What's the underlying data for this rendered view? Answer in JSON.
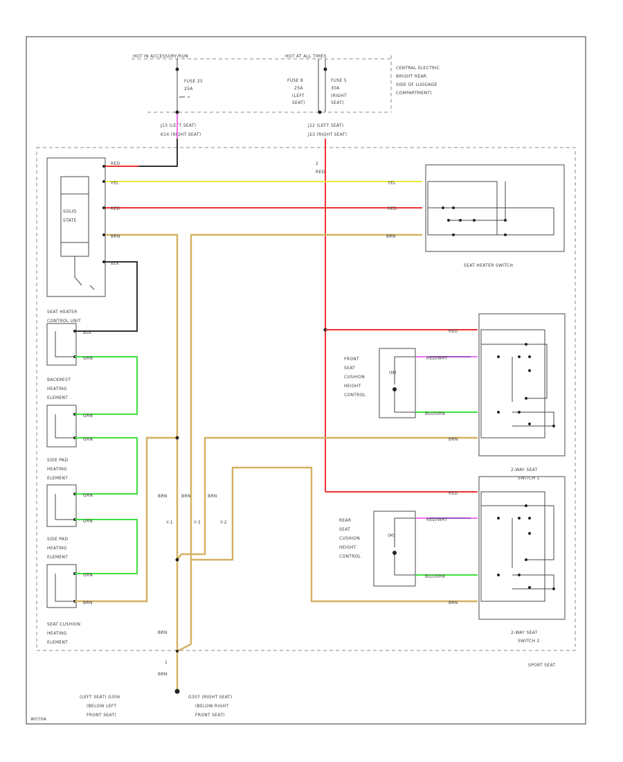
{
  "power": {
    "hot_in_run": "HOT IN ACCESSORY/RUN",
    "hot_at_all_times": "HOT AT ALL TIMES",
    "fuse25": "FUSE 25",
    "fuse25_amp": "25A",
    "fuse8": "FUSE 8",
    "fuse8_amp": "25A",
    "fuse8_side": "(LEFT",
    "fuse8_side2": "SEAT)",
    "fuse5": "FUSE 5",
    "fuse5_amp": "30A",
    "fuse5_side": "(RIGHT",
    "fuse5_side2": "SEAT)",
    "central1": "CENTRAL ELECTRIC",
    "central2": "BRIGHT REAR",
    "central3": "SIDE OF LUGGAGE",
    "central4": "COMPARTMENT)",
    "conn1": "J13   (LEFT SEAT)",
    "conn2": "K14   (RIGHT SEAT)",
    "conn3": "J12   (LEFT SEAT)",
    "conn4": "J23   (RIGHT SEAT)"
  },
  "wires": {
    "red": "RED",
    "yel": "YEL",
    "brn": "BRN",
    "blk": "BLK",
    "grn": "GRN",
    "red_wht": "RED/WHT",
    "blu_grn": "BLU/GRN",
    "pin2": "2",
    "pin1": "1"
  },
  "components": {
    "solid_state": "SOLID",
    "solid_state2": "STATE",
    "heater_control1": "SEAT HEATER",
    "heater_control2": "CONTROL UNIT",
    "backrest1": "BACKREST",
    "backrest2": "HEATING",
    "backrest3": "ELEMENT",
    "sidepad1": "SIDE PAD",
    "sidepad2": "HEATING",
    "sidepad3": "ELEMENT",
    "sidepadb1": "SIDE PAD",
    "sidepadb2": "HEATING",
    "sidepadb3": "ELEMENT",
    "cushion1": "SEAT CUSHION",
    "cushion2": "HEATING",
    "cushion3": "ELEMENT",
    "seat_heater_switch": "SEAT HEATER SWITCH",
    "front1": "FRONT",
    "front2": "SEAT",
    "front3": "CUSHION",
    "front4": "HEIGHT",
    "front5": "CONTROL",
    "rear1": "REAR",
    "rear2": "SEAT",
    "rear3": "CUSHION",
    "rear4": "HEIGHT",
    "rear5": "CONTROL",
    "switch1a": "2-WAY SEAT",
    "switch1b": "SWITCH 1",
    "switch2a": "2-WAY SEAT",
    "switch2b": "SWITCH 2",
    "sport_seat": "SPORT SEAT",
    "m_label": "(M)",
    "y1": "Y-1",
    "y2": "Y-3",
    "y3": "Y-2"
  },
  "ground": {
    "left1": "(LEFT SEAT)  G306",
    "left2": "(BELOW LEFT",
    "left3": "FRONT SEAT)",
    "right1": "G307  (RIGHT SEAT)",
    "right2": "(BELOW RIGHT",
    "right3": "FRONT SEAT)"
  },
  "footer": {
    "code": "W070A"
  }
}
